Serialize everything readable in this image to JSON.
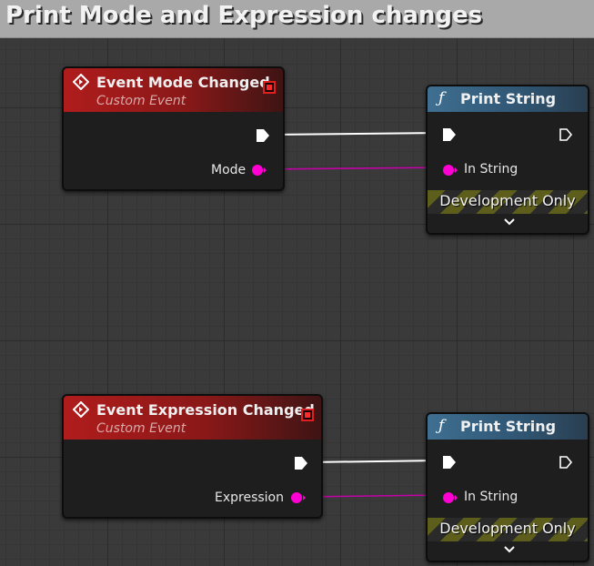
{
  "comment": {
    "title": "Print Mode and Expression changes"
  },
  "event_nodes": [
    {
      "title": "Event Mode Changed",
      "subtitle": "Custom Event",
      "param": "Mode"
    },
    {
      "title": "Event Expression Changed",
      "subtitle": "Custom Event",
      "param": "Expression"
    }
  ],
  "print_nodes": [
    {
      "title": "Print String",
      "input": "In String",
      "footer": "Development Only"
    },
    {
      "title": "Print String",
      "input": "In String",
      "footer": "Development Only"
    }
  ],
  "colors": {
    "event_header": "#b01c1c",
    "function_header": "#3f6f91",
    "string_pin": "#ff00d4",
    "exec_wire": "#ffffff",
    "delegate_pin": "#ff2a2a"
  },
  "icons": {
    "event": "event-diamond-icon",
    "function": "function-f-icon",
    "exec": "exec-arrow-icon",
    "data": "string-pin-icon",
    "expand": "chevron-down-icon",
    "delegate": "delegate-square-icon"
  }
}
